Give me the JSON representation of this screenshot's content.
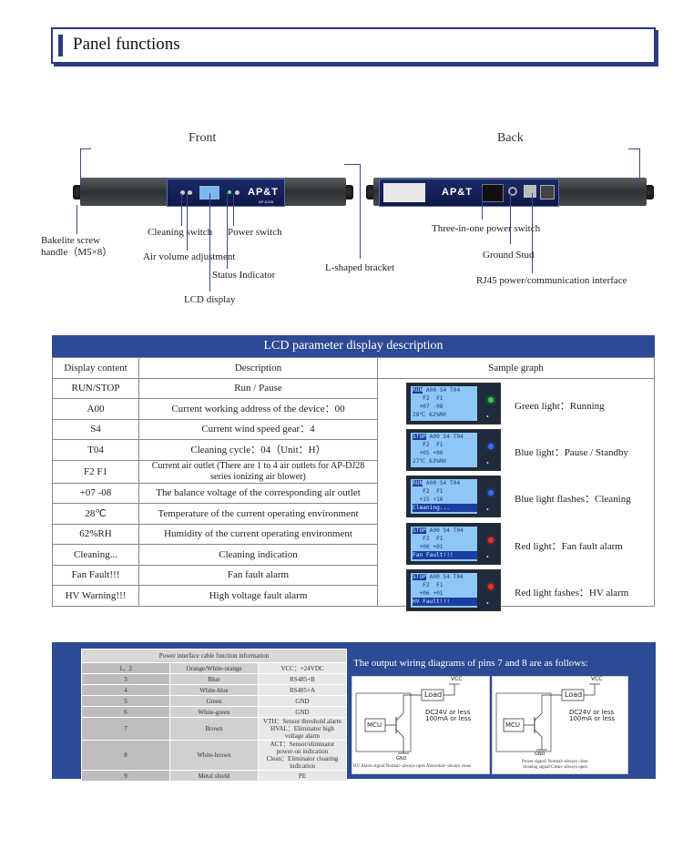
{
  "title": "Panel functions",
  "device": {
    "front_label": "Front",
    "back_label": "Back",
    "logo": "AP&T",
    "model": "AP-DJ28",
    "callouts": {
      "bakelite": "Bakelite screw handle（M5×8）",
      "cleaning_switch": "Cleaning switch",
      "power_switch": "Power switch",
      "air_volume": "Air volume adjustment",
      "status_indicator": "Status Indicator",
      "lcd_display": "LCD display",
      "l_bracket": "L-shaped bracket",
      "three_in_one": "Three-in-one power switch",
      "ground_stud": "Ground Stud",
      "rj45": "RJ45 power/communication interface"
    }
  },
  "lcd_table": {
    "heading": "LCD parameter display description",
    "headers": [
      "Display content",
      "Description",
      "Sample graph"
    ],
    "rows": [
      [
        "RUN/STOP",
        "Run / Pause"
      ],
      [
        "A00",
        "Current working address of the device：00"
      ],
      [
        "S4",
        "Current wind speed gear：4"
      ],
      [
        "T04",
        "Cleaning cycle：04（Unit：H）"
      ],
      [
        "F2 F1",
        "Current air outlet (There are 1 to 4 air outlets for AP-DJ28 series ionizing air blower)"
      ],
      [
        "+07 -08",
        "The balance voltage of the corresponding air outlet"
      ],
      [
        "28℃",
        "Temperature of the current operating environment"
      ],
      [
        "62%RH",
        "Humidity of the current operating environment"
      ],
      [
        "Cleaning...",
        "Cleaning indication"
      ],
      [
        "Fan Fault!!!",
        "Fan fault alarm"
      ],
      [
        "HV Warning!!!",
        "High voltage fault alarm"
      ]
    ],
    "samples": [
      {
        "lines": [
          "RUN",
          " A00 S4 T04",
          "   F2  F1",
          "  +07 -08",
          "28℃ 62%RH"
        ],
        "light": "Green light：Running",
        "color": "#2fd24a"
      },
      {
        "lines": [
          "STOP",
          " A00 S4 T04",
          "   F2  F1",
          "  +05 +00",
          "27℃ 63%RH"
        ],
        "light": "Blue light：Pause / Standby",
        "color": "#3a6cff"
      },
      {
        "lines": [
          "RUN",
          " A00 S4 T04",
          "   F2  F1",
          "  +15 +16",
          "Cleaning..."
        ],
        "light": "Blue light flashes：Cleaning",
        "color": "#3a6cff"
      },
      {
        "lines": [
          "STOP",
          " A00 S4 T04",
          "   F2  F1",
          "  +06 +01",
          "Fan Fault!!!"
        ],
        "light": "Red light：Fan fault alarm",
        "color": "#ff2a2a"
      },
      {
        "lines": [
          "STOP",
          " A00 S4 T04",
          "   F2  F1",
          "  +06 +01",
          "HV Fault!!!"
        ],
        "light": "Red light fashes：HV alarm",
        "color": "#ff2a2a"
      }
    ]
  },
  "power_interface": {
    "heading": "Power interface cable function information",
    "rows": [
      [
        "1、2",
        "Orange/White-orange",
        "VCC：+24VDC"
      ],
      [
        "3",
        "Blue",
        "RS485+B"
      ],
      [
        "4",
        "White-blue",
        "RS485+A"
      ],
      [
        "5",
        "Green",
        "GND"
      ],
      [
        "6",
        "White-green",
        "GND"
      ],
      [
        "7",
        "Brown",
        "VTH：Sensor threshold alarm\nHVAL：Eliminator high voltage alarm"
      ],
      [
        "8",
        "White-brown",
        "ACT：Sensor/eliminator power-on indication\nClean：Eliminator cleaning indication"
      ],
      [
        "9",
        "Metal shield",
        "PE"
      ]
    ],
    "output_title": "The output wiring diagrams of pins 7 and 8 are as follows:",
    "diagram_labels": {
      "vcc": "VCC",
      "load": "Load",
      "mcu": "MCU",
      "gnd": "GND",
      "spec": "DC24V or less\n100mA or less"
    },
    "diagram1_caption": "HV Alarm signal:Normal--always open   Abnormal--always close",
    "diagram2_caption": "Power signal: Normal--always close\ncleaning signal:Clean--always open"
  }
}
